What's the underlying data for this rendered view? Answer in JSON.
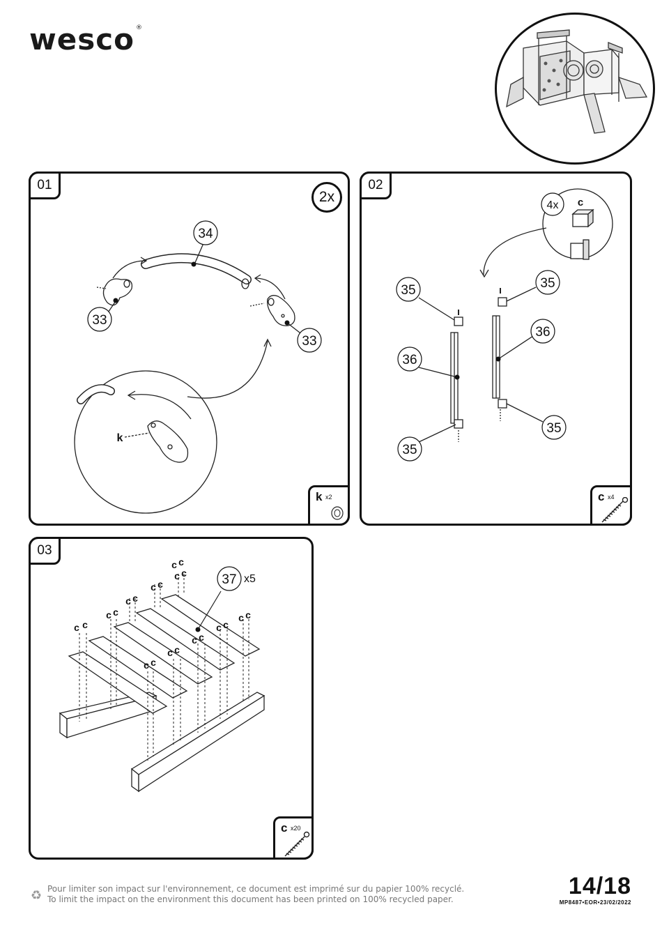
{
  "brand": {
    "name": "wesco",
    "reg": "®"
  },
  "steps": [
    {
      "number": "01",
      "qty": "2x",
      "parts": [
        {
          "label": "34"
        },
        {
          "label": "33"
        },
        {
          "label": "33"
        }
      ],
      "detail_label": "k",
      "hardware": {
        "letter": "k",
        "count": "x2"
      }
    },
    {
      "number": "02",
      "inset_qty": "4x",
      "inset_letter": "c",
      "parts": [
        {
          "label": "35"
        },
        {
          "label": "35"
        },
        {
          "label": "36"
        },
        {
          "label": "36"
        },
        {
          "label": "35"
        },
        {
          "label": "35"
        }
      ],
      "hardware": {
        "letter": "c",
        "count": "x4"
      }
    },
    {
      "number": "03",
      "parts": [
        {
          "label": "37",
          "multiplier": "x5"
        }
      ],
      "screw_letter": "c",
      "hardware": {
        "letter": "c",
        "count": "x20"
      }
    }
  ],
  "footer": {
    "line_fr": "Pour  limiter son impact sur l'environnement, ce document est imprimé sur du papier 100% recyclé.",
    "line_en": "To limit the impact on the environment this document has been printed on 100% recycled paper.",
    "page": "14/18",
    "doc_ref": "MP8487•EOR•23/02/2022"
  }
}
